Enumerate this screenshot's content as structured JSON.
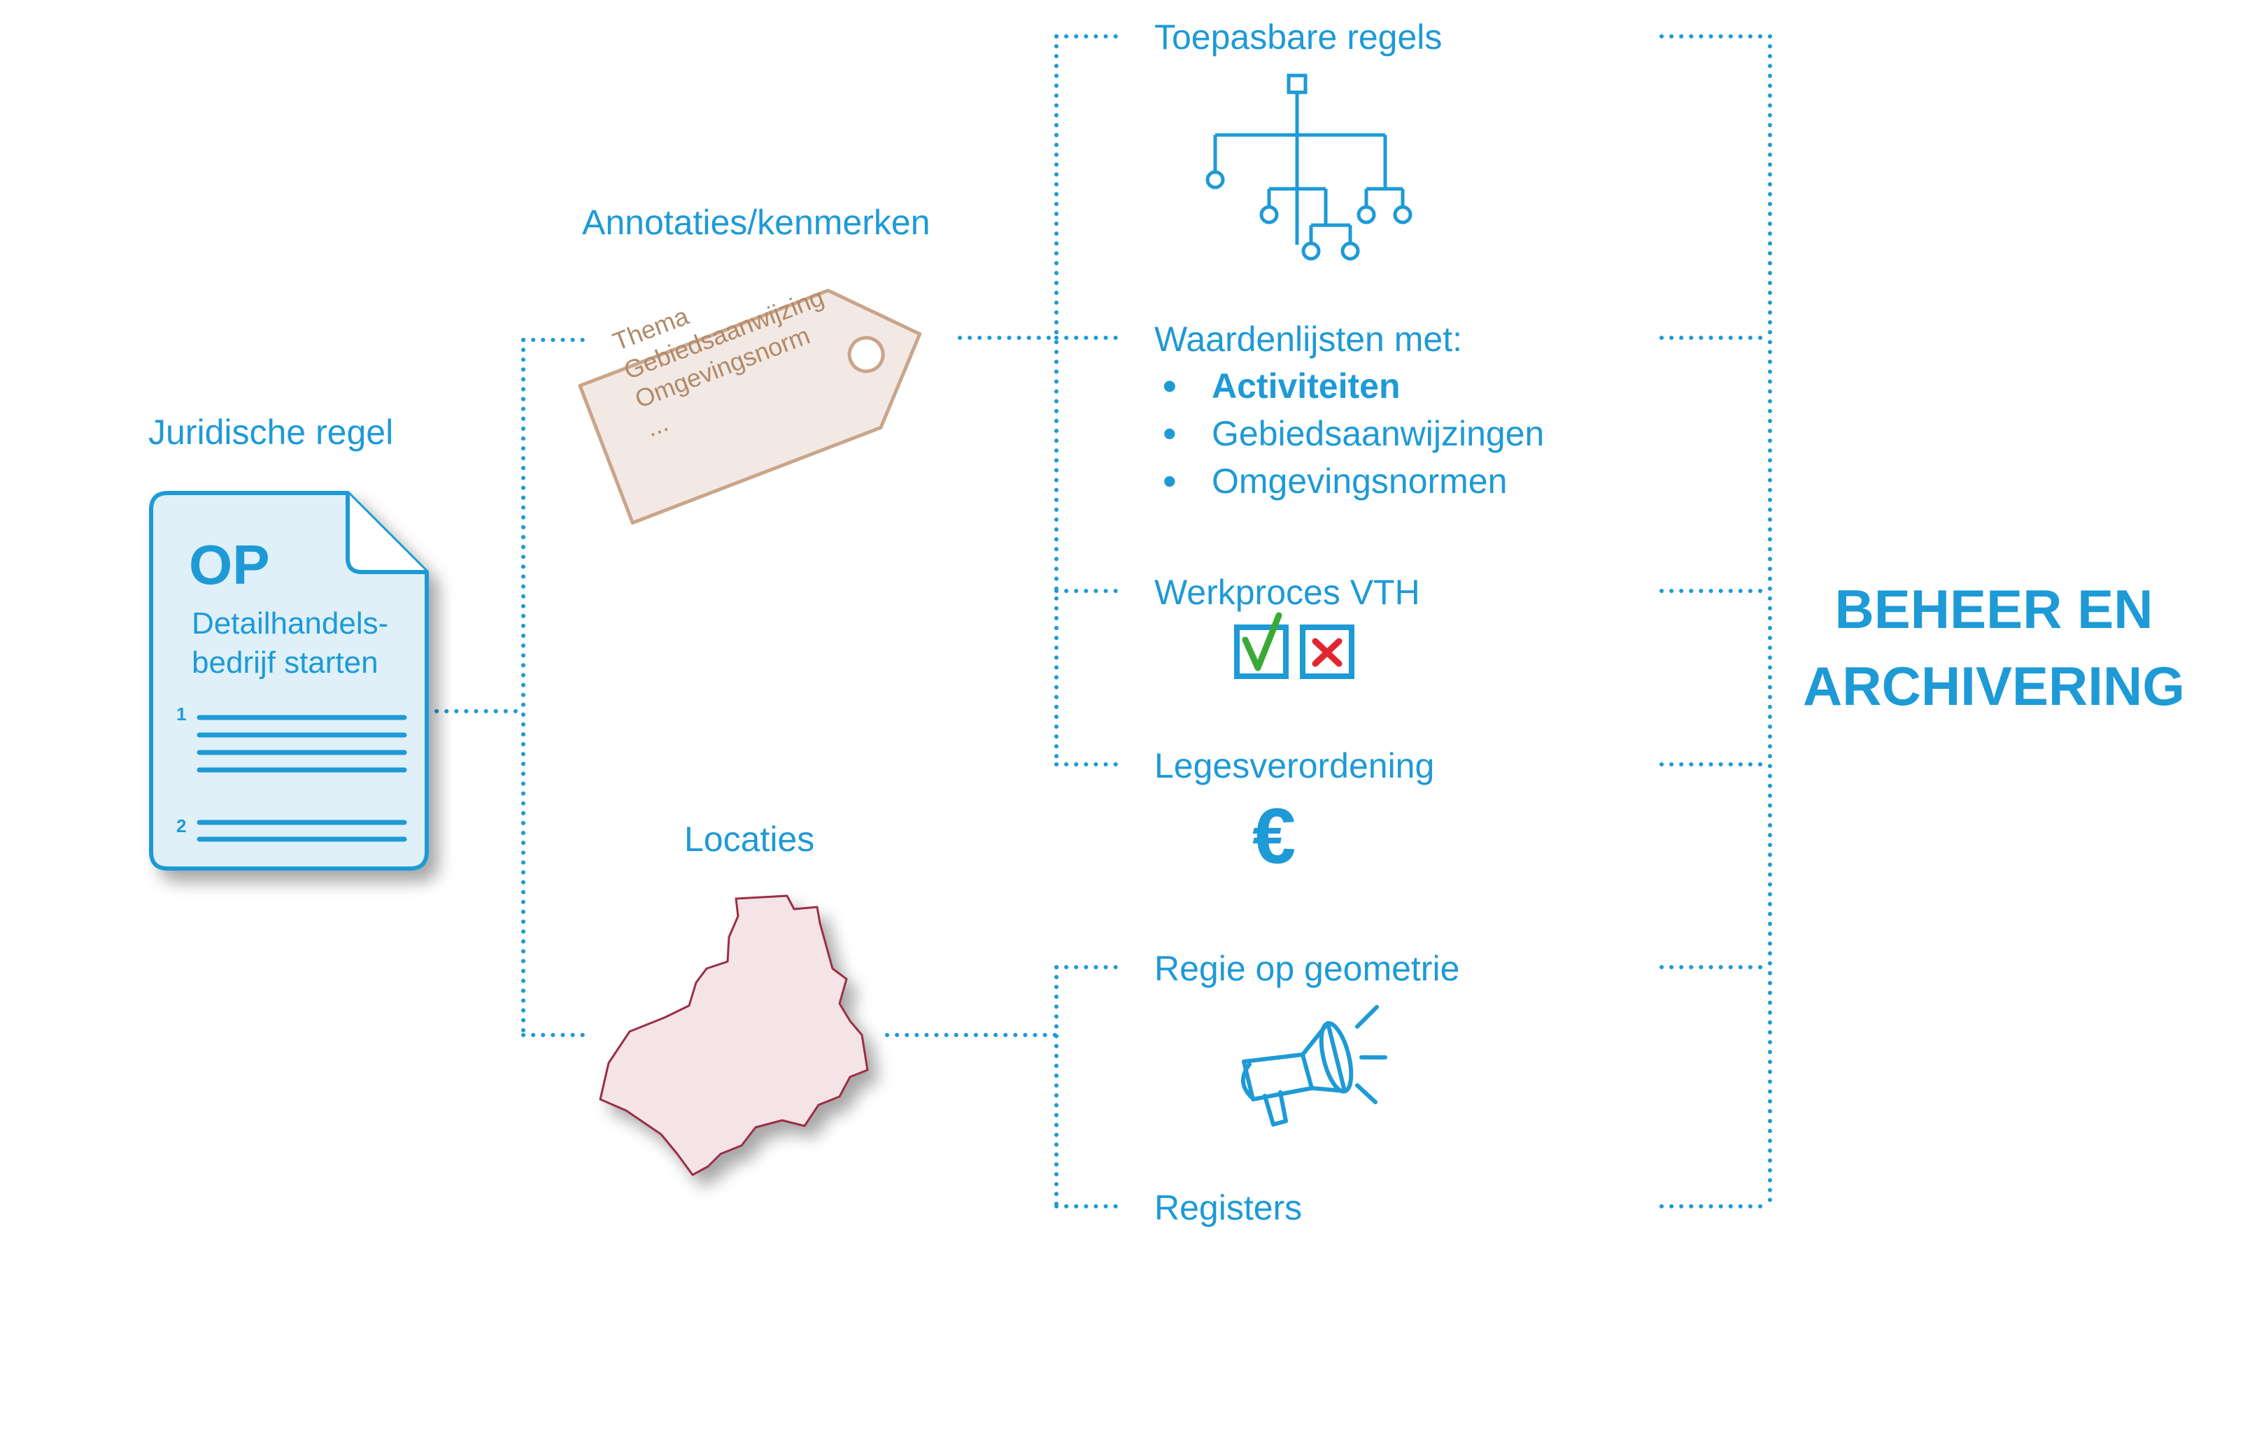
{
  "colors": {
    "accent": "#1e9ad6",
    "doc_fill": "#dff0f8",
    "tag_stroke": "#c9a58a",
    "tag_fill": "#f3e9e4",
    "tag_text": "#b08a6a",
    "map_stroke": "#9b2f45",
    "map_fill": "#f4e4e8",
    "check_green": "#3aaa35",
    "cross_red": "#e2262f"
  },
  "left": {
    "title": "Juridische regel",
    "doc_code": "OP",
    "doc_text_line1": "Detailhandels-",
    "doc_text_line2": "bedrijf starten",
    "list_num_1": "1",
    "list_num_2": "2"
  },
  "annotations": {
    "title": "Annotaties/kenmerken",
    "tag_lines": [
      "Thema",
      "Gebiedsaanwijzing",
      "Omgevingsnorm",
      "..."
    ]
  },
  "locations": {
    "title": "Locaties"
  },
  "right": {
    "toepasbare_regels": "Toepasbare regels",
    "waardenlijsten_title": "Waardenlijsten met:",
    "waardenlijsten_items": [
      "Activiteiten",
      "Gebiedsaanwijzingen",
      "Omgevingsnormen"
    ],
    "werkproces": "Werkproces VTH",
    "legesverordening": "Legesverordening",
    "euro_symbol": "€",
    "regie": "Regie op geometrie",
    "registers": "Registers"
  },
  "far_right": {
    "line1": "BEHEER EN",
    "line2": "ARCHIVERING"
  },
  "icons": {
    "tree": "hierarchy-tree-icon",
    "check": "checkbox-check-icon",
    "cross": "checkbox-cross-icon",
    "euro": "euro-icon",
    "megaphone": "megaphone-icon"
  }
}
